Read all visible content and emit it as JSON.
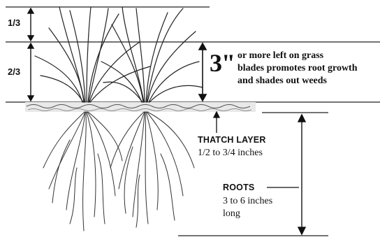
{
  "labels": {
    "top_fraction": "1/3",
    "lower_fraction": "2/3",
    "height_value": "3\"",
    "height_description": [
      "or more left on grass",
      "blades promotes root growth",
      "and shades out weeds"
    ],
    "thatch_title": "THATCH LAYER",
    "thatch_depth": "1/2 to 3/4 inches",
    "roots_title": "ROOTS",
    "roots_depth": [
      "3 to 6 inches",
      "long"
    ]
  }
}
